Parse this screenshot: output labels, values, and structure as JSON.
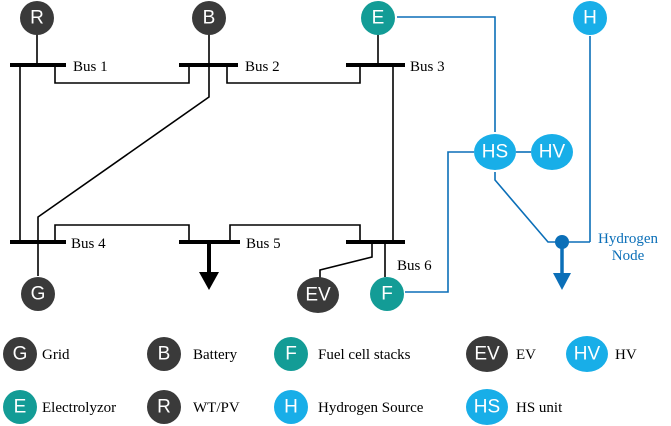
{
  "colors": {
    "dark_node": "#3a3a3a",
    "teal_node": "#139c96",
    "blue_node": "#18aee8",
    "hydrogen_line": "#0b6fb8",
    "bus_line": "#000000"
  },
  "buses": {
    "bus1": "Bus 1",
    "bus2": "Bus 2",
    "bus3": "Bus 3",
    "bus4": "Bus 4",
    "bus5": "Bus 5",
    "bus6": "Bus 6"
  },
  "nodes": {
    "R": "R",
    "B": "B",
    "E": "E",
    "H": "H",
    "HS": "HS",
    "HV": "HV",
    "G": "G",
    "EV": "EV",
    "F": "F"
  },
  "hydrogen_node_label": [
    "Hydrogen",
    "Node"
  ],
  "legend": [
    {
      "symbol": "G",
      "text": "Grid",
      "color": "#3a3a3a"
    },
    {
      "symbol": "B",
      "text": "Battery",
      "color": "#3a3a3a"
    },
    {
      "symbol": "F",
      "text": "Fuel cell stacks",
      "color": "#139c96"
    },
    {
      "symbol": "EV",
      "text": "EV",
      "color": "#3a3a3a"
    },
    {
      "symbol": "HV",
      "text": "HV",
      "color": "#18aee8"
    },
    {
      "symbol": "E",
      "text": "Electrolyzor",
      "color": "#139c96"
    },
    {
      "symbol": "R",
      "text": "WT/PV",
      "color": "#3a3a3a"
    },
    {
      "symbol": "H",
      "text": "Hydrogen Source",
      "color": "#18aee8"
    },
    {
      "symbol": "HS",
      "text": "HS unit",
      "color": "#18aee8"
    }
  ]
}
